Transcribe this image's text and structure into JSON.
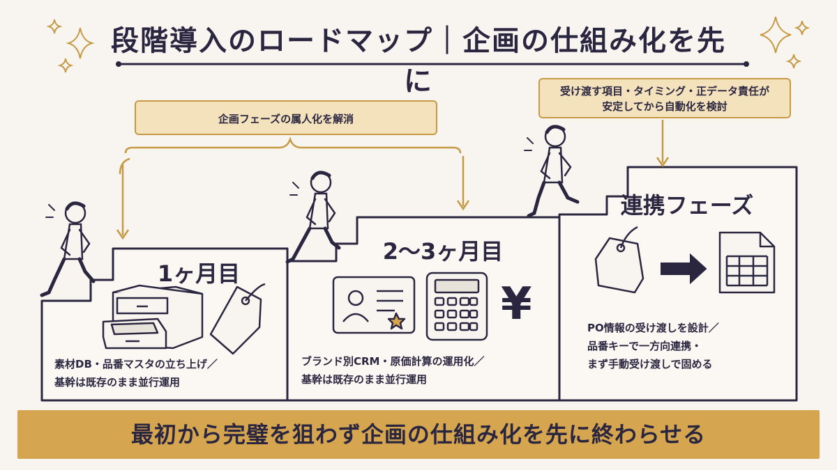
{
  "title": "段階導入のロードマップ｜企画の仕組み化を先に",
  "note_top_left": "企画フェーズの属人化を解消",
  "note_top_right": {
    "line1": "受け渡す項目・タイミング・正データ責任が",
    "line2": "安定してから自動化を検討"
  },
  "stages": [
    {
      "label": "1ヶ月目",
      "desc_line1": "素材DB・品番マスタの立ち上げ／",
      "desc_line2": "基幹は既存のまま並行運用"
    },
    {
      "label": "2〜3ヶ月目",
      "desc_line1": "ブランド別CRM・原価計算の運用化／",
      "desc_line2": "基幹は既存のまま並行運用"
    },
    {
      "label": "連携フェーズ",
      "desc_line1": "PO情報の受け渡しを設計／",
      "desc_line2": "品番キーで一方向連携・",
      "desc_line3": "まず手動受け渡しで固める"
    }
  ],
  "yen_symbol": "¥",
  "banner": "最初から完璧を狙わず企画の仕組み化を先に終わらせる",
  "colors": {
    "ink": "#2b2640",
    "accent_gold": "#c69a45",
    "banner_bg": "#d6a550",
    "note_bg": "#f4e2bd",
    "background": "#f8f5f0"
  }
}
